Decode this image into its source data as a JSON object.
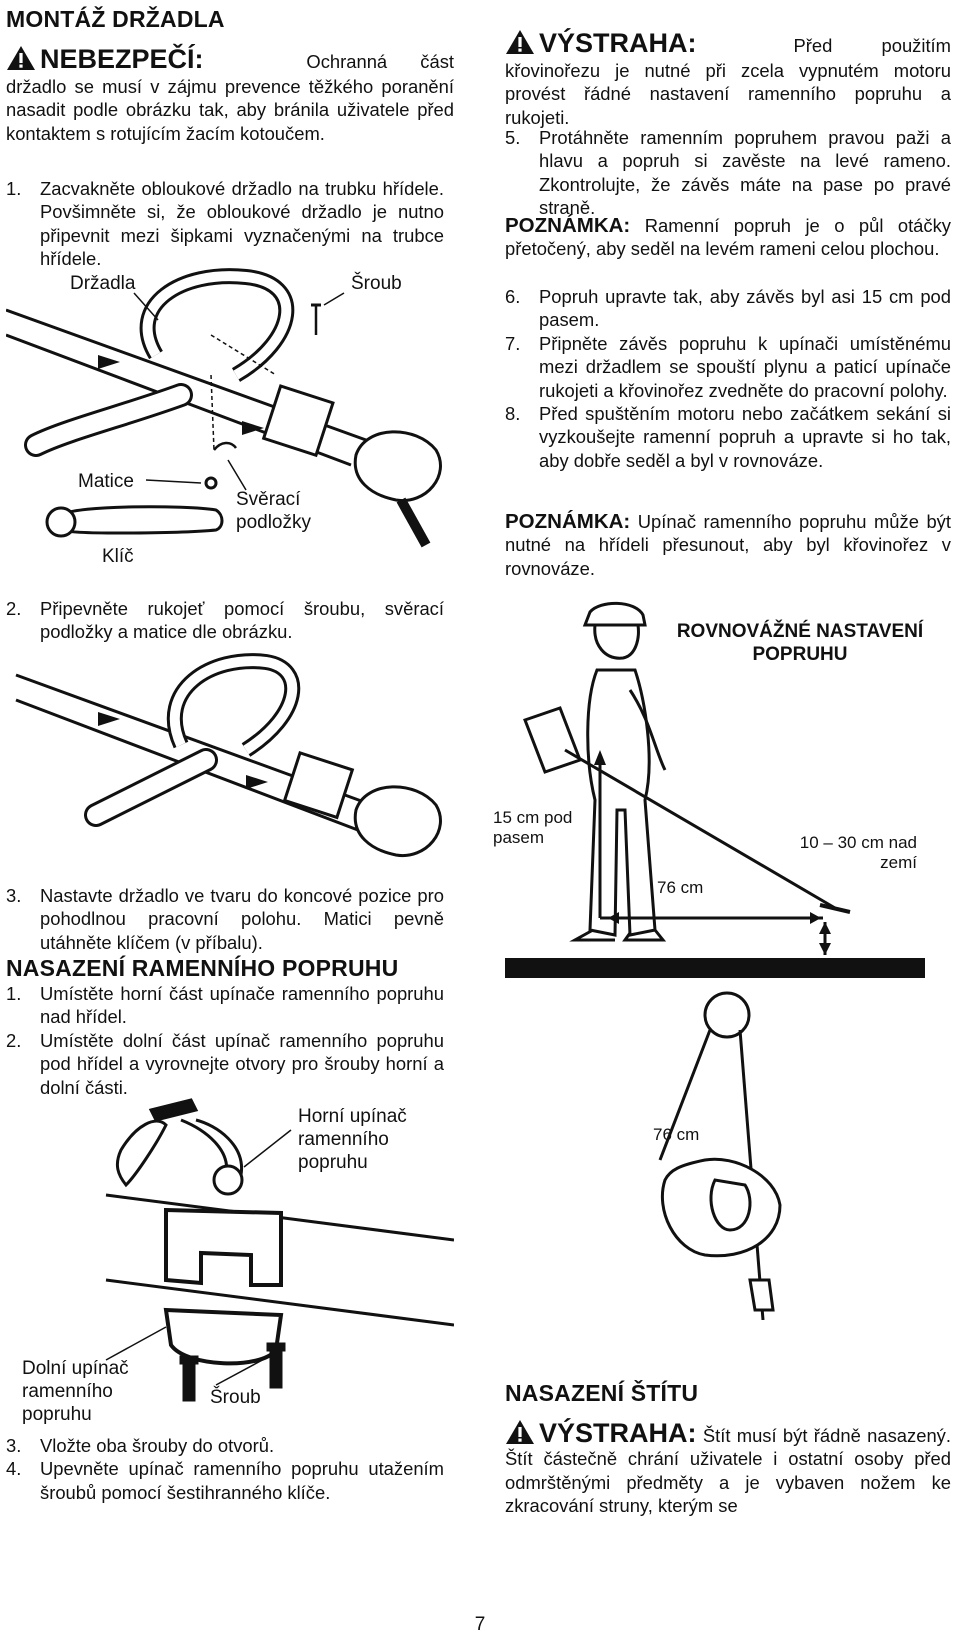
{
  "left": {
    "heading1": "MONTÁŽ DRŽADLA",
    "danger": {
      "word": "NEBEZPEČÍ:",
      "text_inline": "Ochranná část",
      "text": "držadlo se musí v zájmu prevence těžkého poranění nasadit podle obrázku tak, aby bránila uživatele před kontaktem s rotujícím žacím kotoučem."
    },
    "steps1": [
      {
        "num": "1.",
        "text": "Zacvakněte obloukové držadlo na trubku hřídele. Povšimněte si, že obloukové držadlo je nutno připevnit mezi šipkami vyznačenými na trubce hřídele."
      }
    ],
    "fig1_labels": {
      "handle": "Držadla",
      "bolt": "Šroub",
      "nut": "Matice",
      "washer": "Svěrací podložky",
      "wrench": "Klíč"
    },
    "steps2": [
      {
        "num": "2.",
        "text": "Připevněte rukojeť pomocí šroubu, svěrací podložky a matice dle obrázku."
      }
    ],
    "steps3": [
      {
        "num": "3.",
        "text": "Nastavte držadlo ve tvaru do koncové pozice pro pohodlnou pracovní polohu. Matici pevně utáhněte klíčem (v příbalu)."
      }
    ],
    "heading2": "NASAZENÍ RAMENNÍHO POPRUHU",
    "steps4": [
      {
        "num": "1.",
        "text": "Umístěte horní část upínače ramenního popruhu nad hřídel."
      },
      {
        "num": "2.",
        "text": "Umístěte dolní část upínač ramenního popruhu pod hřídel a vyrovnejte otvory pro šrouby horní a dolní části."
      }
    ],
    "fig3_labels": {
      "upper": "Horní upínač ramenního popruhu",
      "lower": "Dolní upínač ramenního popruhu",
      "bolt": "Šroub"
    },
    "steps5": [
      {
        "num": "3.",
        "text": "Vložte oba šrouby do otvorů."
      },
      {
        "num": "4.",
        "text": "Upevněte upínač ramenního popruhu utažením šroubů pomocí šestihranného klíče."
      }
    ]
  },
  "right": {
    "warning1": {
      "word": "VÝSTRAHA:",
      "text_inline": "Před použitím",
      "text": "křovinořezu je nutné při zcela vypnutém motoru provést řádné nastavení ramenního popruhu a rukojeti."
    },
    "steps1": [
      {
        "num": "5.",
        "text": "Protáhněte ramenním popruhem pravou paži a hlavu a popruh si zavěste na levé rameno. Zkontrolujte, že závěs máte na pase po pravé straně."
      }
    ],
    "note1": {
      "word": "POZNÁMKA:",
      "text": "Ramenní popruh je o půl otáčky přetočený, aby seděl na levém rameni celou plochou."
    },
    "steps2": [
      {
        "num": "6.",
        "text": "Popruh upravte tak, aby závěs byl asi 15 cm pod pasem."
      },
      {
        "num": "7.",
        "text": "Připněte závěs popruhu k upínači umístěnému mezi držadlem se spouští plynu a paticí upínače rukojeti a křovinořez zvedněte do pracovní polohy."
      },
      {
        "num": "8.",
        "text": "Před spuštěním motoru nebo začátkem sekání si vyzkoušejte ramenní popruh a upravte si ho tak, aby dobře seděl a byl v rovnováze."
      }
    ],
    "note2": {
      "word": "POZNÁMKA:",
      "text": "Upínač ramenního popruhu může být nutné na hřídeli přesunout, aby byl křovinořez v rovnováze."
    },
    "fig_title": "ROVNOVÁŽNÉ NASTAVENÍ POPRUHU",
    "fig_labels": {
      "below_waist": "15 cm pod pasem",
      "above_ground": "10 – 30 cm nad zemí",
      "dist_side": "76 cm",
      "dist_top": "76 cm"
    },
    "heading3": "NASAZENÍ ŠTÍTU",
    "warning2": {
      "word": "VÝSTRAHA:",
      "text": "Štít musí být řádně nasazený. Štít částečně chrání uživatele i ostatní osoby před odmrštěnými předměty a je vybaven nožem ke zkracování struny, kterým se"
    }
  },
  "page_number": "7"
}
